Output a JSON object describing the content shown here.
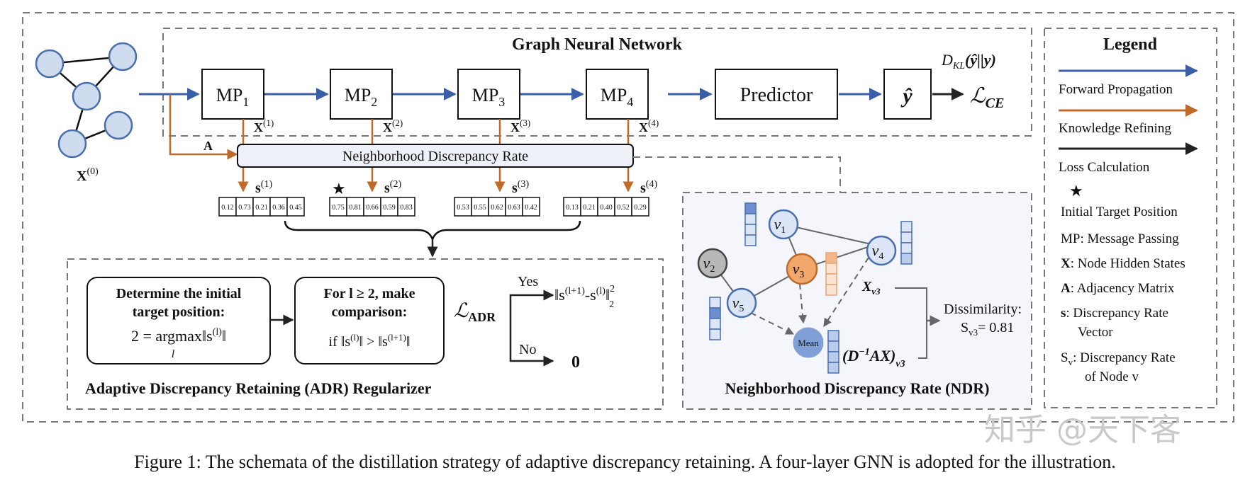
{
  "colors": {
    "forward": "#3a5fa8",
    "refine": "#c06a2a",
    "loss": "#222222",
    "node_fill": "#cfdcf0",
    "node_stroke": "#4a6fae",
    "node_gray": "#b8b8b8",
    "node_orange": "#f2a86b",
    "mean_fill": "#7f9fd6",
    "ndr_bg": "#f4f6fb"
  },
  "gnn": {
    "title": "Graph Neural Network",
    "mp_base": "MP",
    "mp_subs": [
      "1",
      "2",
      "3",
      "4"
    ],
    "predictor": "Predictor",
    "yhat": "ŷ",
    "kl_label": "D",
    "kl_sub": "KL",
    "kl_args": "(ŷ||y)",
    "loss_ce": "ℒ",
    "loss_ce_sub": "CE",
    "x_base": "X",
    "x_sups": [
      "(1)",
      "(2)",
      "(3)",
      "(4)"
    ],
    "x0_sup": "(0)",
    "adj_label": "A"
  },
  "ndr_bar": {
    "label": "Neighborhood Discrepancy Rate"
  },
  "s_vectors": {
    "s_base": "s",
    "sups": [
      "(1)",
      "(2)",
      "(3)",
      "(4)"
    ],
    "star": "★",
    "values": [
      [
        "0.12",
        "0.73",
        "0.21",
        "0.36",
        "0.45"
      ],
      [
        "0.75",
        "0.81",
        "0.66",
        "0.59",
        "0.83"
      ],
      [
        "0.53",
        "0.55",
        "0.62",
        "0.63",
        "0.42"
      ],
      [
        "0.13",
        "0.21",
        "0.40",
        "0.52",
        "0.29"
      ]
    ]
  },
  "adr": {
    "title": "Adaptive Discrepancy Retaining (ADR) Regularizer",
    "box1_line1": "Determine the initial",
    "box1_line2": "target position:",
    "box1_line3": "2 = argmax‖s",
    "box1_line3_sup": "(l)",
    "box1_line3_end": "‖",
    "box1_sub": "l",
    "box2_line1": "For l ≥ 2, make",
    "box2_line2": "comparison:",
    "box2_line3": "if ‖s",
    "box2_line3_sup": "(l)",
    "box2_line3_mid": "‖ > ‖s",
    "box2_line3_sup2": "(l+1)",
    "box2_line3_end": "‖",
    "loss_adr": "ℒ",
    "loss_adr_sub": "ADR",
    "yes": "Yes",
    "no": "No",
    "yes_expr": "‖s",
    "yes_sup1": "(l+1)",
    "yes_mid": "-s",
    "yes_sup2": "(l)",
    "yes_end": "‖",
    "yes_pow": "2",
    "yes_sub": "2",
    "no_result": "0"
  },
  "ndr": {
    "title": "Neighborhood Discrepancy Rate (NDR)",
    "nodes": [
      "v1",
      "v2",
      "v3",
      "v4",
      "v5"
    ],
    "node_base": "v",
    "node_subs": [
      "1",
      "2",
      "3",
      "4",
      "5"
    ],
    "mean_label": "Mean",
    "x_v3": "X",
    "x_v3_sub": "v3",
    "dax": "(D",
    "dax_sup": "−1",
    "dax_end": "AX)",
    "dax_sub": "v3",
    "dissim_label": "Dissimilarity:",
    "dissim_value": "S",
    "dissim_sub": "v3",
    "dissim_eq": "= 0.81"
  },
  "legend": {
    "title": "Legend",
    "forward": "Forward Propagation",
    "refine": "Knowledge Refining",
    "loss": "Loss Calculation",
    "star": "★",
    "star_label": "Initial Target Position",
    "mp_def": "MP: Message Passing",
    "x_def_key": "X",
    "x_def": ": Node Hidden States",
    "a_def_key": "A",
    "a_def": ": Adjacency Matrix",
    "s_def_key": "s",
    "s_def_line1": ": Discrepancy Rate",
    "s_def_line2": "Vector",
    "sv_def_key": "S",
    "sv_def_sub": "v",
    "sv_def_line1": ": Discrepancy Rate",
    "sv_def_line2": "of Node v"
  },
  "watermark": "知乎 @天下客",
  "caption": "Figure 1: The schemata of the distillation strategy of adaptive discrepancy retaining. A four-layer GNN is adopted for the illustration."
}
